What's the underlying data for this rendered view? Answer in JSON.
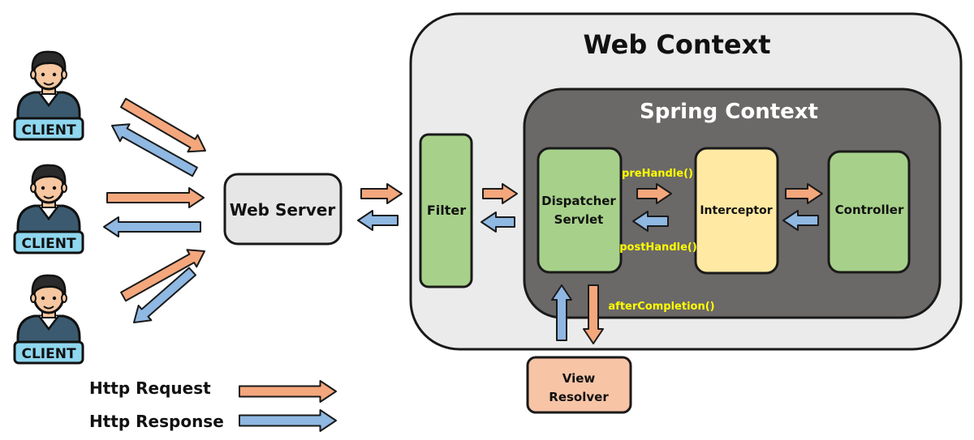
{
  "clients": [
    {
      "label": "CLIENT"
    },
    {
      "label": "CLIENT"
    },
    {
      "label": "CLIENT"
    }
  ],
  "web_server": {
    "label": "Web Server"
  },
  "web_context": {
    "title": "Web Context"
  },
  "spring_context": {
    "title": "Spring Context"
  },
  "filter": {
    "label": "Filter"
  },
  "dispatcher": {
    "line1": "Dispatcher",
    "line2": "Servlet"
  },
  "interceptor": {
    "label": "Interceptor"
  },
  "controller": {
    "label": "Controller"
  },
  "view_resolver": {
    "line1": "View",
    "line2": "Resolver"
  },
  "hooks": {
    "pre_handle": "preHandle()",
    "post_handle": "postHandle()",
    "after_completion": "afterCompletion()"
  },
  "legend": {
    "request": "Http Request",
    "response": "Http Response"
  },
  "colors": {
    "request": "#f4a77c",
    "response": "#8fb8e2",
    "green_box": "#a7d18a",
    "yellow_box": "#ffe9a3",
    "spring_bg": "#6b6868",
    "web_bg": "#ebebeb",
    "server_bg": "#e6e6e6",
    "resolver_bg": "#f7c4a6",
    "hook_text": "#ffff00",
    "client_badge": "#8fd6ef"
  }
}
